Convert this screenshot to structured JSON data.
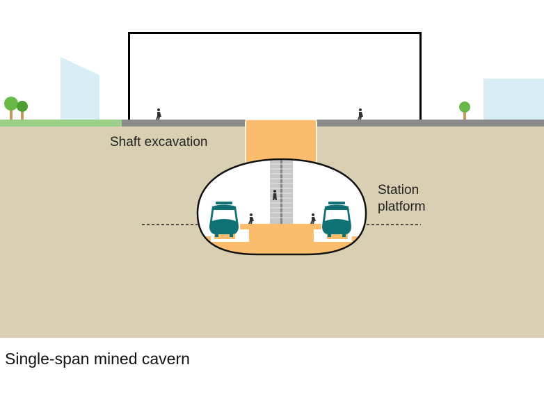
{
  "labels": {
    "shaft": "Shaft excavation",
    "station_line1": "Station",
    "station_line2": "platform"
  },
  "caption": "Single-span mined cavern",
  "colors": {
    "soil": "#d9cfb2",
    "shaft": "#fbbd6d",
    "train": "#0f7173",
    "grass": "#9ccf88",
    "road": "#8a8a8a",
    "sky_building": "#d7eef5",
    "tree": "#68b848"
  }
}
